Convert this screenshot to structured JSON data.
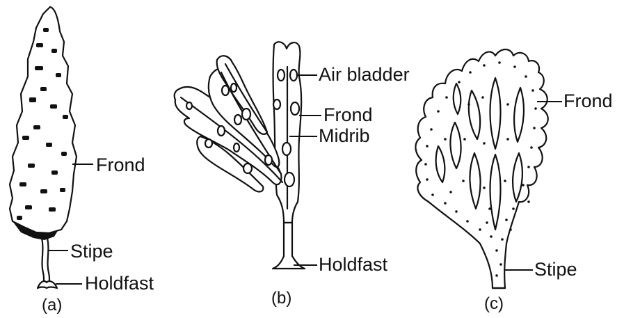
{
  "figures": [
    {
      "caption": "(a)",
      "labels": {
        "frond": "Frond",
        "stipe": "Stipe",
        "holdfast": "Holdfast"
      }
    },
    {
      "caption": "(b)",
      "labels": {
        "air_bladder": "Air bladder",
        "frond": "Frond",
        "midrib": "Midrib",
        "holdfast": "Holdfast"
      }
    },
    {
      "caption": "(c)",
      "labels": {
        "frond": "Frond",
        "stipe": "Stipe"
      }
    }
  ]
}
